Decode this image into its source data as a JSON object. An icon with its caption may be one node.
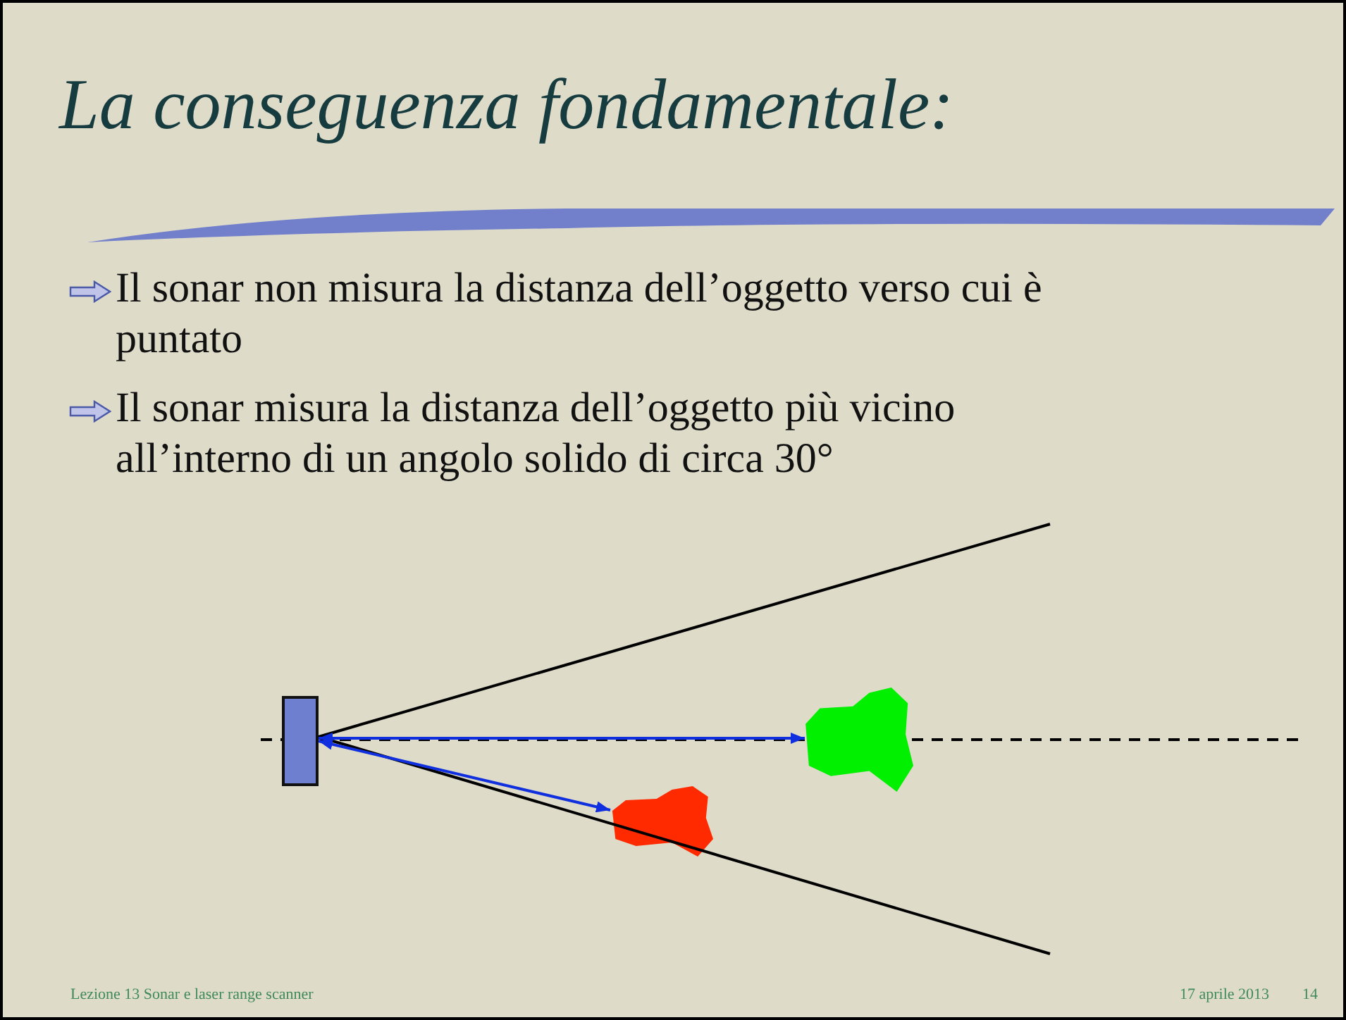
{
  "diagram": {
    "title": "La conseguenza fondamentale:",
    "nodes": [
      {
        "text": [],
        "shape": "bar"
      },
      {
        "text": [],
        "shape": "box"
      },
      {
        "text": [],
        "shape": "blob"
      },
      {
        "text": [],
        "shape": "blob"
      }
    ],
    "edges": [
      {
        "from": 1,
        "to": 2,
        "arrow": "both"
      },
      {
        "from": 1,
        "to": 3,
        "arrow": "both"
      }
    ],
    "labels": [
      "Il sonar non misura la distanza dell’oggetto verso cui è puntato",
      "Il sonar misura la distanza dell’oggetto più vicino all’interno di un angolo solido di circa 30°",
      "Lezione 13 Sonar e laser range scanner",
      "17 aprile 2013",
      "14"
    ]
  }
}
